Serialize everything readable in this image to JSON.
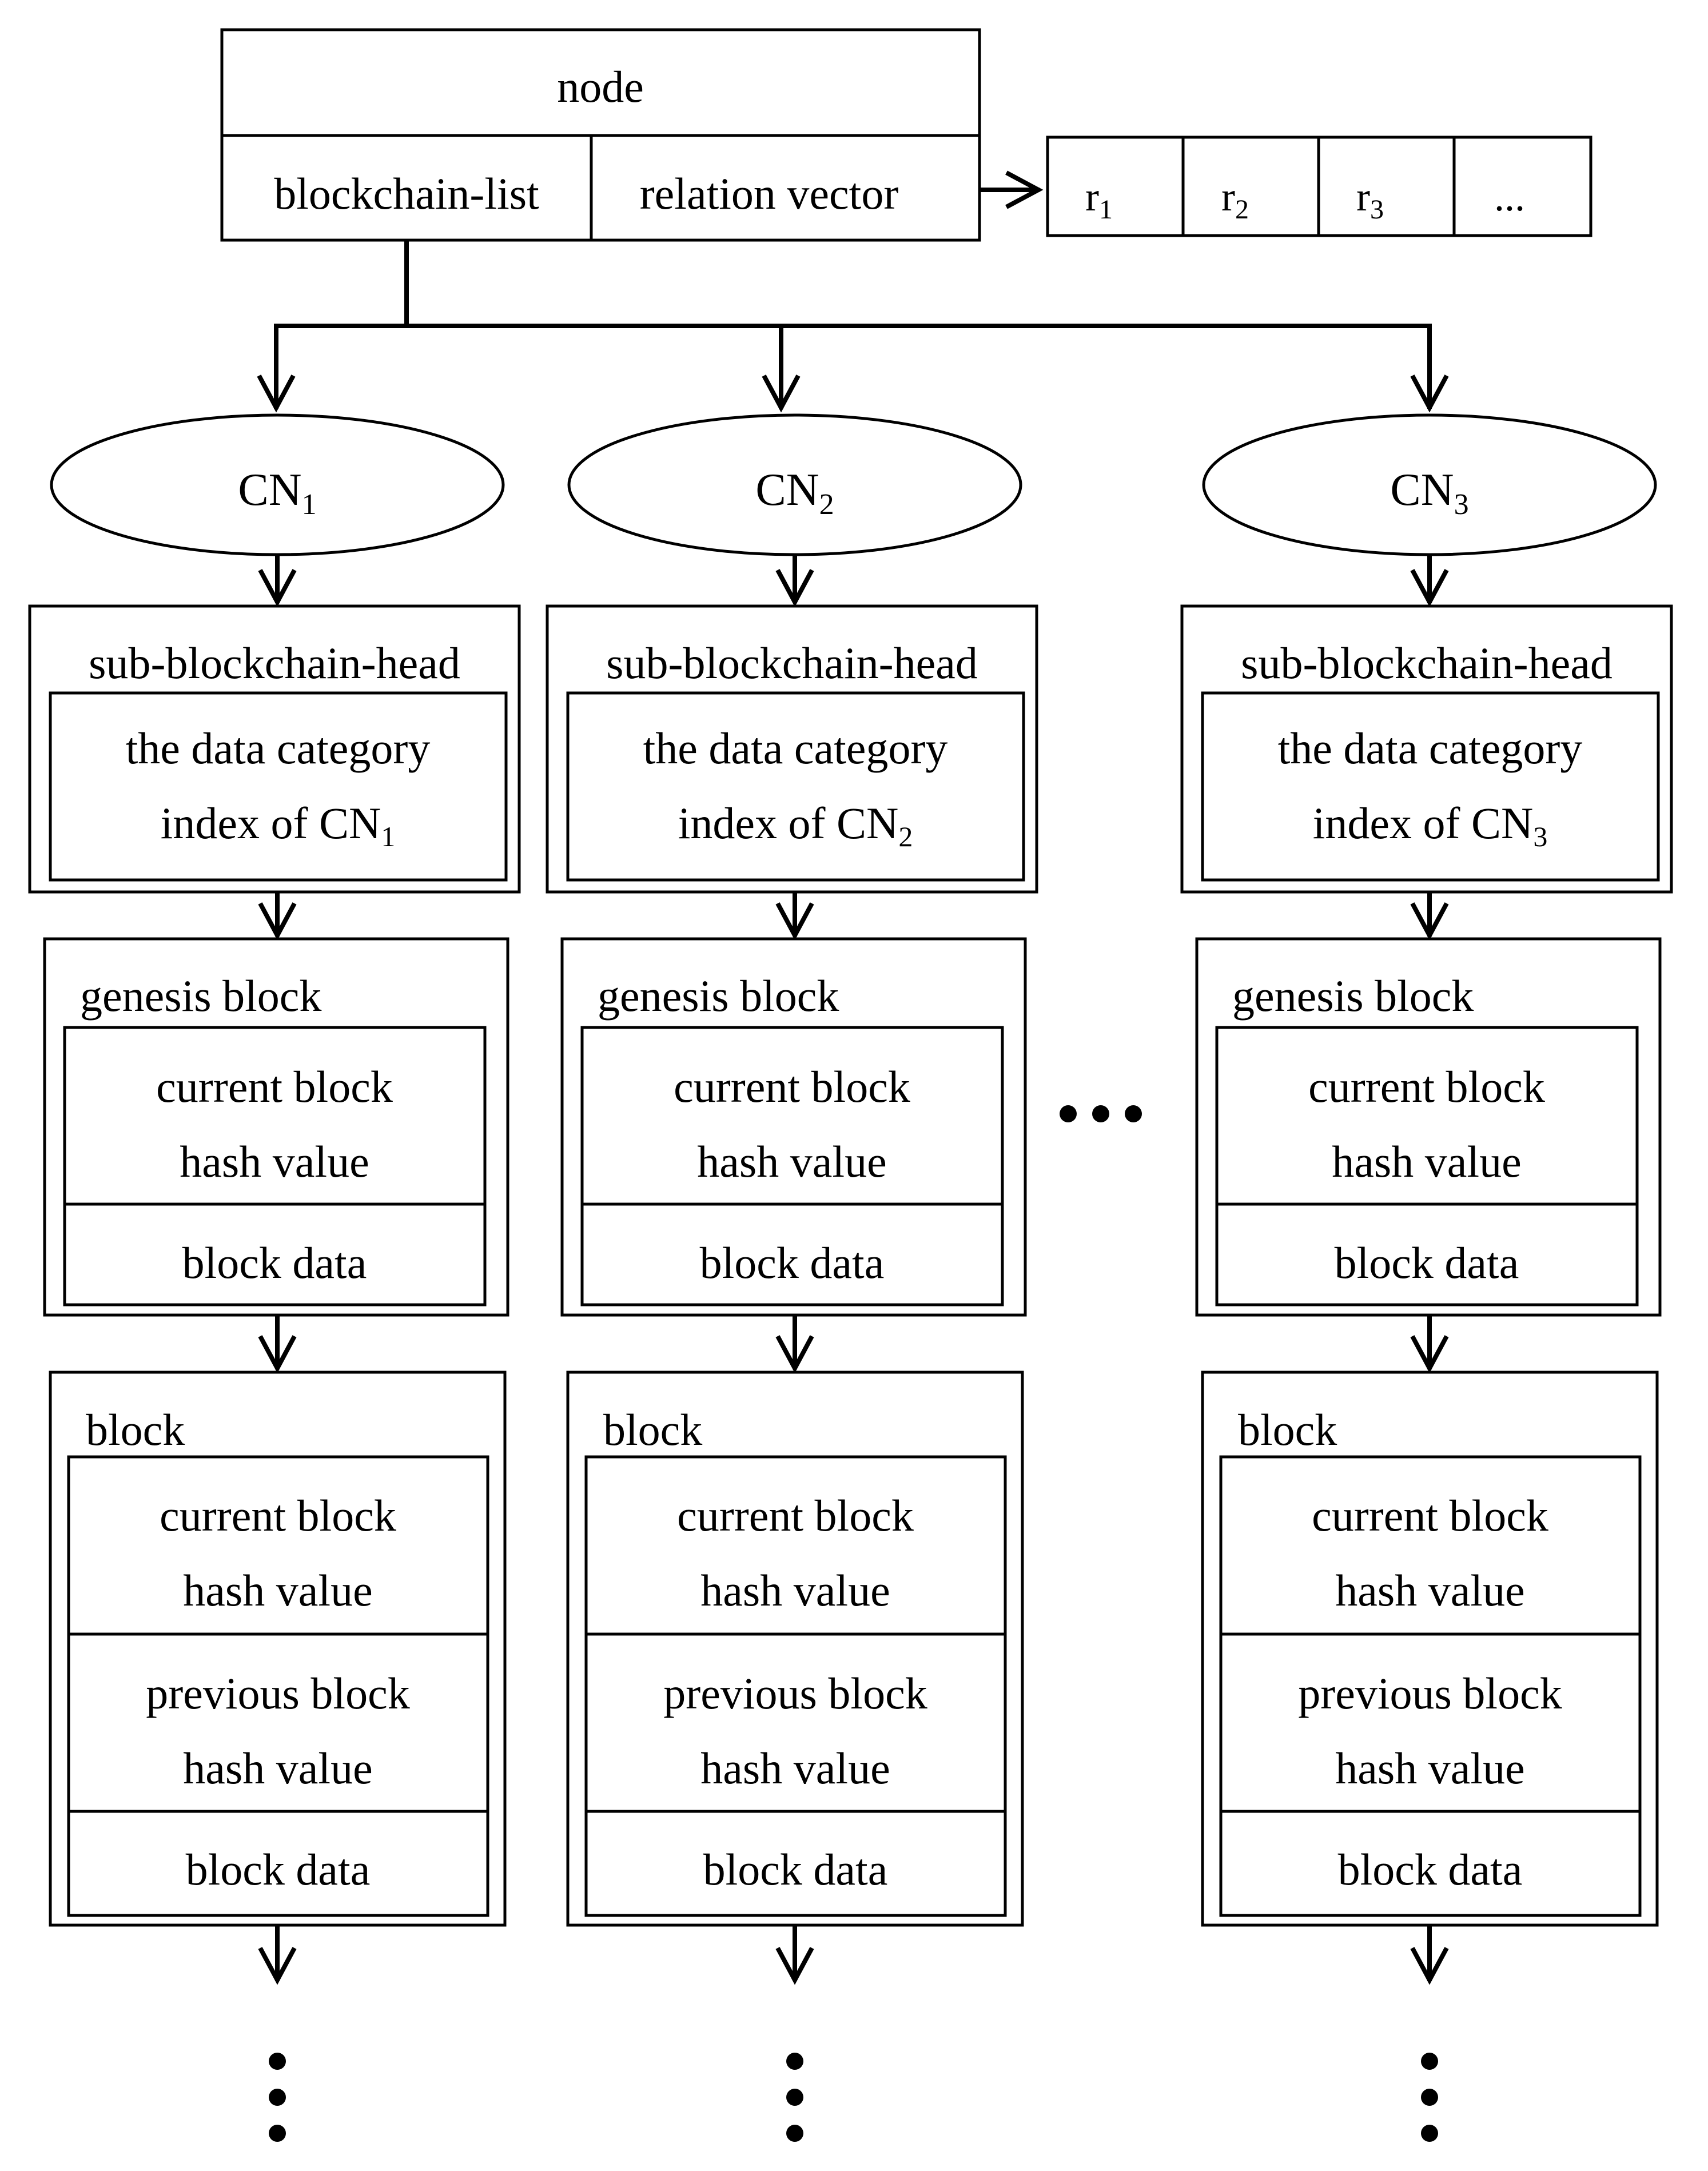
{
  "node": {
    "title": "node",
    "list_label": "blockchain-list",
    "vector_label": "relation vector",
    "vector_items": [
      {
        "base": "r",
        "sub": "1"
      },
      {
        "base": "r",
        "sub": "2"
      },
      {
        "base": "r",
        "sub": "3"
      },
      {
        "base": "...",
        "sub": ""
      }
    ]
  },
  "columns": [
    {
      "cn_base": "CN",
      "cn_sub": "1",
      "head_label": "sub-blockchain-head",
      "index_line1": "the data category",
      "index_line2": "index of CN",
      "index_sub": "1",
      "genesis_label": "genesis block",
      "genesis_hash_line1": "current block",
      "genesis_hash_line2": "hash value",
      "genesis_data": "block data",
      "block_label": "block",
      "cur_hash_line1": "current block",
      "cur_hash_line2": "hash value",
      "prev_hash_line1": "previous block",
      "prev_hash_line2": "hash value",
      "block_data": "block data"
    },
    {
      "cn_base": "CN",
      "cn_sub": "2",
      "head_label": "sub-blockchain-head",
      "index_line1": "the data category",
      "index_line2": "index of CN",
      "index_sub": "2",
      "genesis_label": "genesis block",
      "genesis_hash_line1": "current block",
      "genesis_hash_line2": "hash value",
      "genesis_data": "block data",
      "block_label": "block",
      "cur_hash_line1": "current block",
      "cur_hash_line2": "hash value",
      "prev_hash_line1": "previous block",
      "prev_hash_line2": "hash value",
      "block_data": "block data"
    },
    {
      "cn_base": "CN",
      "cn_sub": "3",
      "head_label": "sub-blockchain-head",
      "index_line1": "the data category",
      "index_line2": "index of CN",
      "index_sub": "3",
      "genesis_label": "genesis block",
      "genesis_hash_line1": "current block",
      "genesis_hash_line2": "hash value",
      "genesis_data": "block data",
      "block_label": "block",
      "cur_hash_line1": "current block",
      "cur_hash_line2": "hash value",
      "prev_hash_line1": "previous block",
      "prev_hash_line2": "hash value",
      "block_data": "block data"
    }
  ]
}
